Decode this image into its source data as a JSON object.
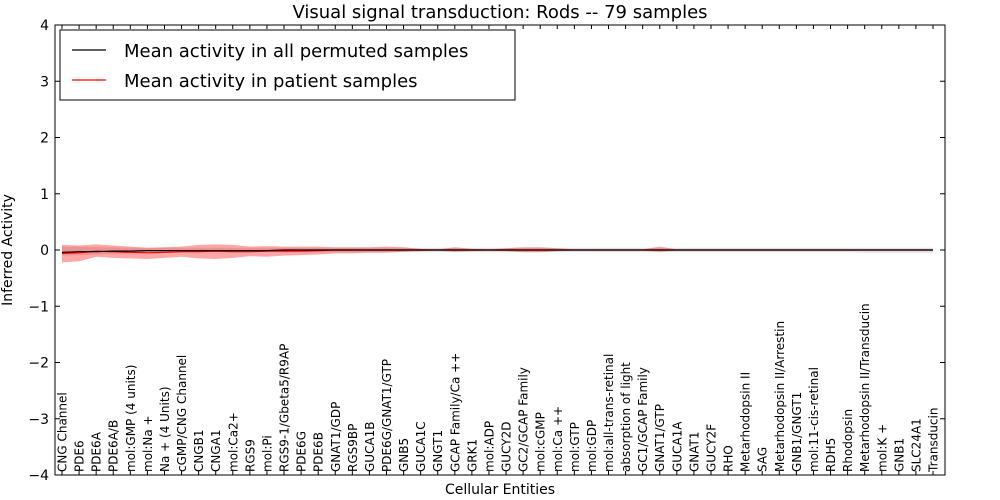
{
  "chart_data": {
    "type": "line",
    "title": "Visual signal transduction: Rods -- 79 samples",
    "xlabel": "Cellular Entities",
    "ylabel": "Inferred Activity",
    "ylim": [
      -4,
      4
    ],
    "yticks": [
      -4,
      -3,
      -2,
      -1,
      0,
      1,
      2,
      3,
      4
    ],
    "ytick_labels": [
      "−4",
      "−3",
      "−2",
      "−1",
      "0",
      "1",
      "2",
      "3",
      "4"
    ],
    "legend_position": "top-left",
    "categories": [
      "CNG Channel",
      "PDE6",
      "PDE6A",
      "PDE6A/B",
      "mol:GMP (4 units)",
      "mol:Na +",
      "Na + (4 Units)",
      "cGMP/CNG Channel",
      "CNGB1",
      "CNGA1",
      "mol:Ca2+",
      "RGS9",
      "mol:Pi",
      "RGS9-1/Gbeta5/R9AP",
      "PDE6G",
      "PDE6B",
      "GNAT1/GDP",
      "RGS9BP",
      "GUCA1B",
      "PDE6G/GNAT1/GTP",
      "GNB5",
      "GUCA1C",
      "GNGT1",
      "GCAP Family/Ca ++",
      "GRK1",
      "mol:ADP",
      "GUCY2D",
      "GC2/GCAP Family",
      "mol:cGMP",
      "mol:Ca ++",
      "mol:GTP",
      "mol:GDP",
      "mol:all-trans-retinal",
      "absorption of light",
      "GC1/GCAP Family",
      "GNAT1/GTP",
      "GUCA1A",
      "GNAT1",
      "GUCY2F",
      "RHO",
      "Metarhodopsin II",
      "SAG",
      "Metarhodopsin II/Arrestin",
      "GNB1/GNGT1",
      "mol:11-cis-retinal",
      "RDH5",
      "Rhodopsin",
      "Metarhodopsin II/Transducin",
      "mol:K +",
      "GNB1",
      "SLC24A1",
      "Transducin"
    ],
    "series": [
      {
        "name": "Mean activity in all permuted samples",
        "color": "#000000",
        "values": [
          -0.04,
          -0.03,
          -0.03,
          -0.02,
          -0.02,
          -0.01,
          -0.01,
          -0.01,
          -0.01,
          -0.01,
          -0.01,
          -0.01,
          -0.01,
          0,
          0,
          0,
          0,
          0,
          0,
          0,
          0,
          0,
          0,
          0,
          0,
          0,
          0,
          0,
          0,
          0,
          0,
          0,
          0,
          0,
          0,
          0,
          0,
          0,
          0,
          0,
          0,
          0,
          0,
          0,
          0,
          0,
          0,
          0,
          0,
          0,
          0,
          0
        ],
        "band_low": [
          -0.1,
          -0.09,
          -0.08,
          -0.07,
          -0.06,
          -0.05,
          -0.05,
          -0.04,
          -0.04,
          -0.04,
          -0.04,
          -0.04,
          -0.04,
          -0.04,
          -0.04,
          -0.04,
          -0.04,
          -0.04,
          -0.04,
          -0.04,
          -0.04,
          -0.04,
          -0.04,
          -0.04,
          -0.04,
          -0.04,
          -0.04,
          -0.04,
          -0.04,
          -0.04,
          -0.04,
          -0.04,
          -0.04,
          -0.04,
          -0.04,
          -0.04,
          -0.04,
          -0.04,
          -0.04,
          -0.04,
          -0.04,
          -0.04,
          -0.04,
          -0.04,
          -0.04,
          -0.04,
          -0.04,
          -0.05,
          -0.05,
          -0.05,
          -0.05,
          -0.05
        ],
        "band_high": [
          0.06,
          0.06,
          0.05,
          0.05,
          0.04,
          0.04,
          0.04,
          0.04,
          0.04,
          0.04,
          0.04,
          0.04,
          0.04,
          0.04,
          0.04,
          0.04,
          0.04,
          0.04,
          0.04,
          0.04,
          0.04,
          0.04,
          0.04,
          0.04,
          0.04,
          0.04,
          0.04,
          0.04,
          0.04,
          0.04,
          0.04,
          0.04,
          0.04,
          0.04,
          0.04,
          0.04,
          0.04,
          0.04,
          0.04,
          0.04,
          0.04,
          0.04,
          0.04,
          0.04,
          0.04,
          0.04,
          0.04,
          0.04,
          0.04,
          0.04,
          0.04,
          0.04
        ]
      },
      {
        "name": "Mean activity in patient samples",
        "color": "#ff0000",
        "values": [
          -0.06,
          -0.05,
          -0.02,
          -0.03,
          -0.04,
          -0.05,
          -0.04,
          -0.03,
          -0.03,
          -0.02,
          -0.03,
          -0.03,
          -0.02,
          -0.02,
          -0.02,
          -0.01,
          0,
          0,
          0,
          0,
          0,
          0,
          0,
          0,
          0,
          0,
          0,
          0,
          0,
          0,
          0,
          0,
          0,
          0,
          0,
          0,
          0,
          0,
          0,
          0,
          0,
          0,
          0,
          0,
          0,
          0,
          0,
          0,
          0,
          0,
          0,
          0
        ],
        "band_low": [
          -0.22,
          -0.2,
          -0.12,
          -0.14,
          -0.15,
          -0.16,
          -0.14,
          -0.12,
          -0.15,
          -0.16,
          -0.14,
          -0.11,
          -0.12,
          -0.1,
          -0.09,
          -0.08,
          -0.06,
          -0.06,
          -0.05,
          -0.05,
          -0.03,
          -0.02,
          -0.01,
          -0.03,
          -0.02,
          -0.01,
          -0.02,
          -0.04,
          -0.04,
          -0.02,
          -0.01,
          -0.01,
          -0.01,
          -0.01,
          -0.01,
          -0.03,
          -0.01,
          -0.01,
          -0.01,
          -0.01,
          -0.01,
          -0.01,
          -0.01,
          -0.01,
          -0.01,
          -0.01,
          -0.01,
          -0.01,
          -0.01,
          -0.01,
          -0.01,
          -0.01
        ],
        "band_high": [
          0.09,
          0.08,
          0.1,
          0.08,
          0.06,
          0.04,
          0.05,
          0.06,
          0.09,
          0.1,
          0.09,
          0.06,
          0.07,
          0.06,
          0.06,
          0.06,
          0.05,
          0.05,
          0.05,
          0.06,
          0.05,
          0.02,
          0.01,
          0.05,
          0.02,
          0.01,
          0.03,
          0.05,
          0.05,
          0.03,
          0.01,
          0.01,
          0.01,
          0.01,
          0.01,
          0.06,
          0.01,
          0.01,
          0.01,
          0.01,
          0.01,
          0.01,
          0.01,
          0.01,
          0.01,
          0.01,
          0.01,
          0.01,
          0.01,
          0.01,
          0.01,
          0.01
        ]
      }
    ]
  }
}
